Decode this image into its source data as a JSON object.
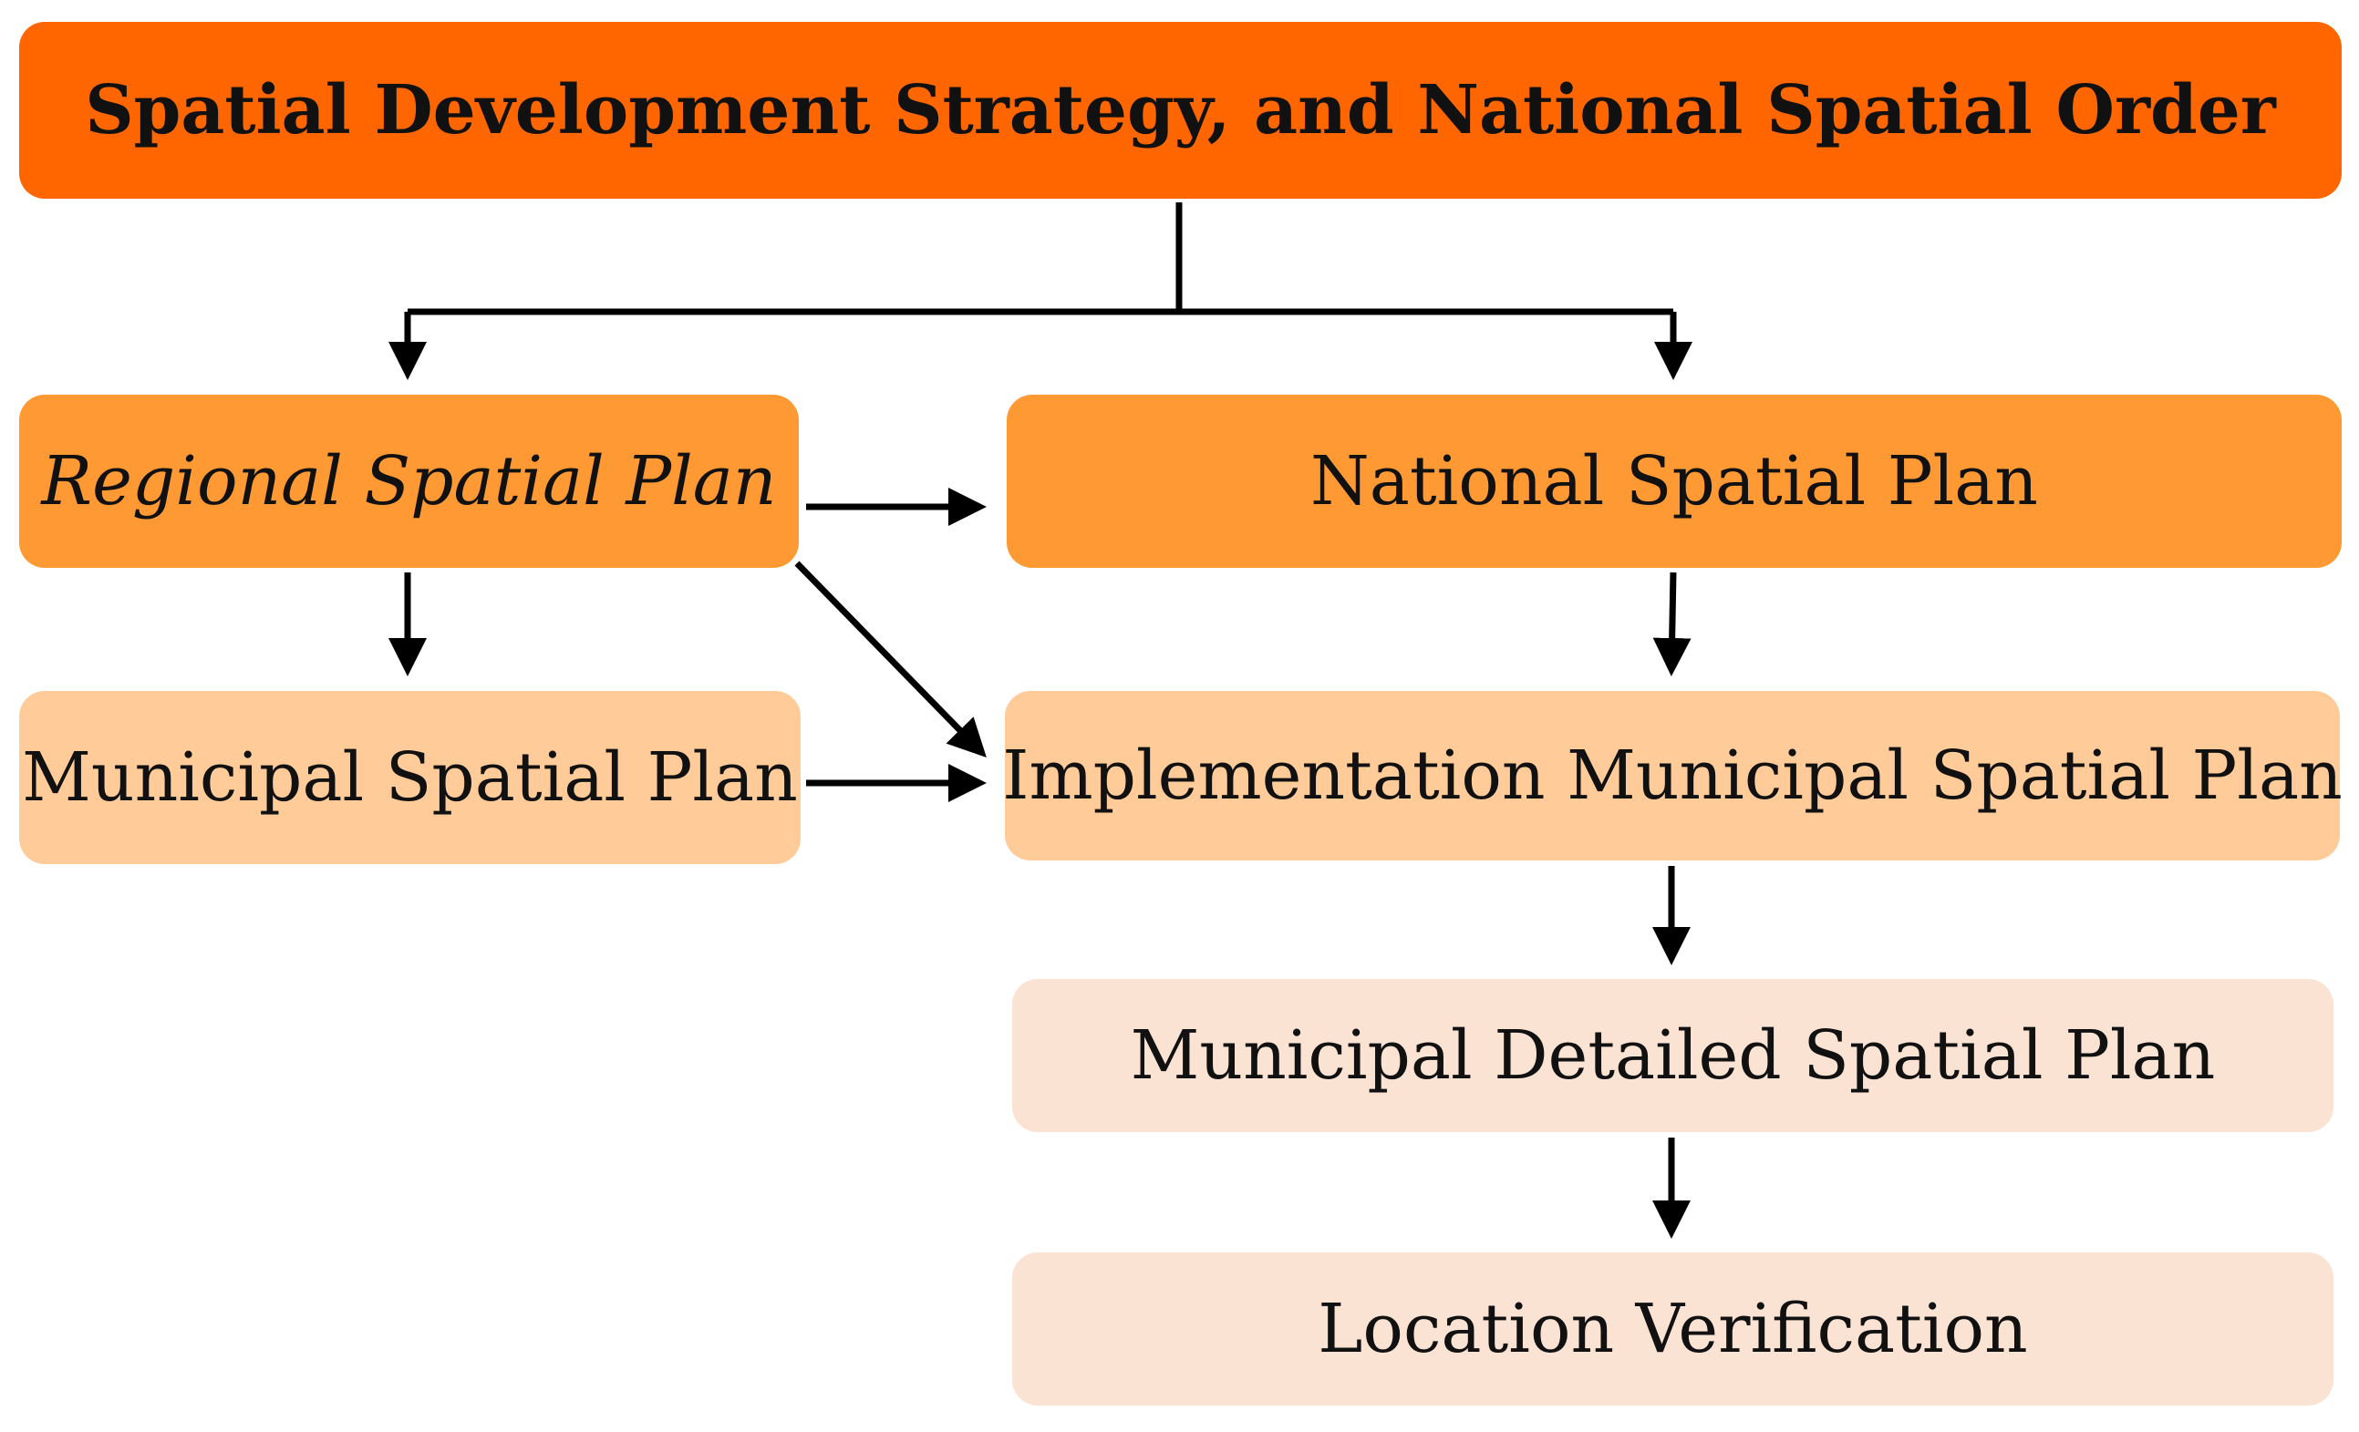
{
  "nodes": {
    "top": "Spatial Development Strategy, and National Spatial Order",
    "regional": "Regional Spatial Plan",
    "national": "National Spatial Plan",
    "municipal": "Municipal Spatial Plan",
    "implementation": "Implementation Municipal Spatial Plan",
    "detailed": "Municipal Detailed Spatial Plan",
    "location": "Location Verification"
  },
  "edges": [
    {
      "from": "top",
      "to": "regional"
    },
    {
      "from": "top",
      "to": "national"
    },
    {
      "from": "regional",
      "to": "national"
    },
    {
      "from": "regional",
      "to": "municipal"
    },
    {
      "from": "regional",
      "to": "implementation"
    },
    {
      "from": "national",
      "to": "implementation"
    },
    {
      "from": "municipal",
      "to": "implementation"
    },
    {
      "from": "implementation",
      "to": "detailed"
    },
    {
      "from": "detailed",
      "to": "location"
    }
  ],
  "colors": {
    "top": "#ff6600",
    "level1": "#fe9933",
    "level2": "#ffcc99",
    "level3": "#fbe3d4",
    "arrow": "#000000"
  }
}
